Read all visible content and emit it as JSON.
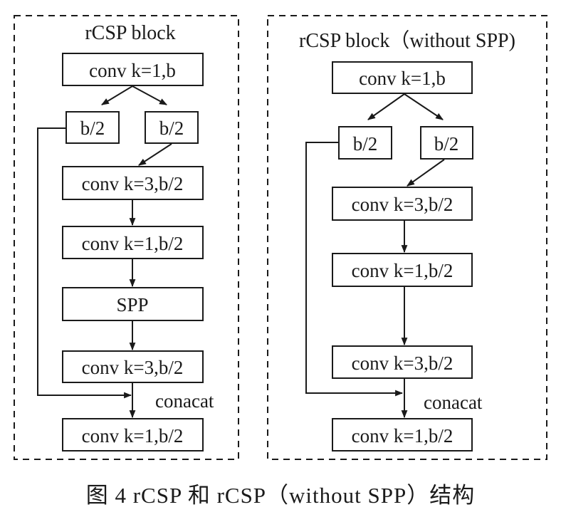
{
  "figure": {
    "caption": "图 4   rCSP 和 rCSP（without SPP）结构"
  },
  "panels": [
    {
      "title": "rCSP block",
      "top_node": "conv k=1,b",
      "split_nodes": [
        "b/2",
        "b/2"
      ],
      "chain_nodes": [
        "conv k=3,b/2",
        "conv k=1,b/2",
        "SPP",
        "conv k=3,b/2"
      ],
      "merge_label": "conacat",
      "output_node": "conv k=1,b/2"
    },
    {
      "title": "rCSP block（without SPP)",
      "top_node": "conv k=1,b",
      "split_nodes": [
        "b/2",
        "b/2"
      ],
      "chain_nodes": [
        "conv k=3,b/2",
        "conv k=1,b/2",
        "conv k=3,b/2"
      ],
      "merge_label": "conacat",
      "output_node": "conv k=1,b/2"
    }
  ]
}
